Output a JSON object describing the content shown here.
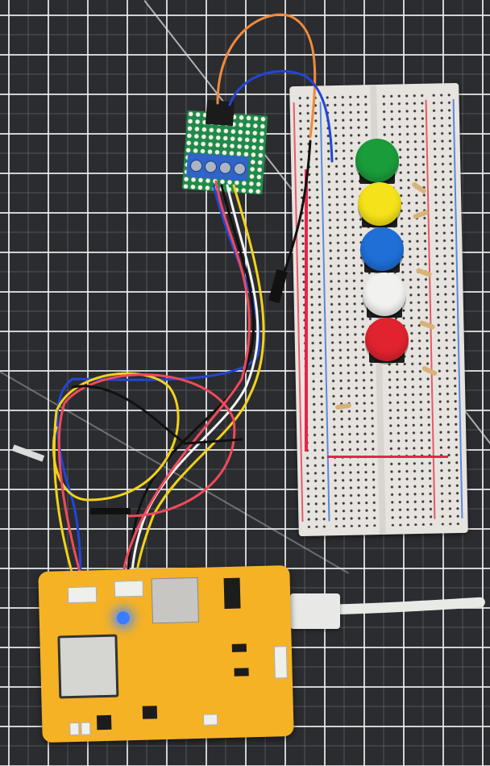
{
  "scene": {
    "description": "Photo of an electronics prototype on a gridded cutting mat: a yellow ESP32-based PCB connected via colored jumper wires to a green perfboard with a blue screw terminal, which connects to a breadboard holding five colored tactile push buttons with pull resistors.",
    "background": "black self-healing cutting mat with white grid lines",
    "colors": {
      "mat": "#2b2c30",
      "grid": "#ebebeb",
      "pcb": "#f5b224",
      "breadboard": "#e7e4df",
      "perfboard": "#1f8a4a",
      "terminal_block": "#2f64c8",
      "led": "#3a7cff"
    }
  },
  "buttons": [
    {
      "color_name": "green",
      "hex": "#1a9c3a"
    },
    {
      "color_name": "yellow",
      "hex": "#f5e21a"
    },
    {
      "color_name": "blue",
      "hex": "#1f6fd6"
    },
    {
      "color_name": "white",
      "hex": "#f1f1ef"
    },
    {
      "color_name": "red",
      "hex": "#e0232e"
    }
  ],
  "wires": [
    {
      "color_name": "orange",
      "hex": "#f28a3c"
    },
    {
      "color_name": "blue",
      "hex": "#2246d8"
    },
    {
      "color_name": "black",
      "hex": "#111111"
    },
    {
      "color_name": "red",
      "hex": "#f04a5a"
    },
    {
      "color_name": "yellow",
      "hex": "#f2d21a"
    },
    {
      "color_name": "white",
      "hex": "#f4f4f4"
    }
  ],
  "components": {
    "board": "yellow ESP32 development board with microSD slot, blue LED lit, micro-USB",
    "module": "ESP32-WROOM module",
    "cable": "white USB cable",
    "breadboard": "half-length breadboard with numbered rows"
  }
}
